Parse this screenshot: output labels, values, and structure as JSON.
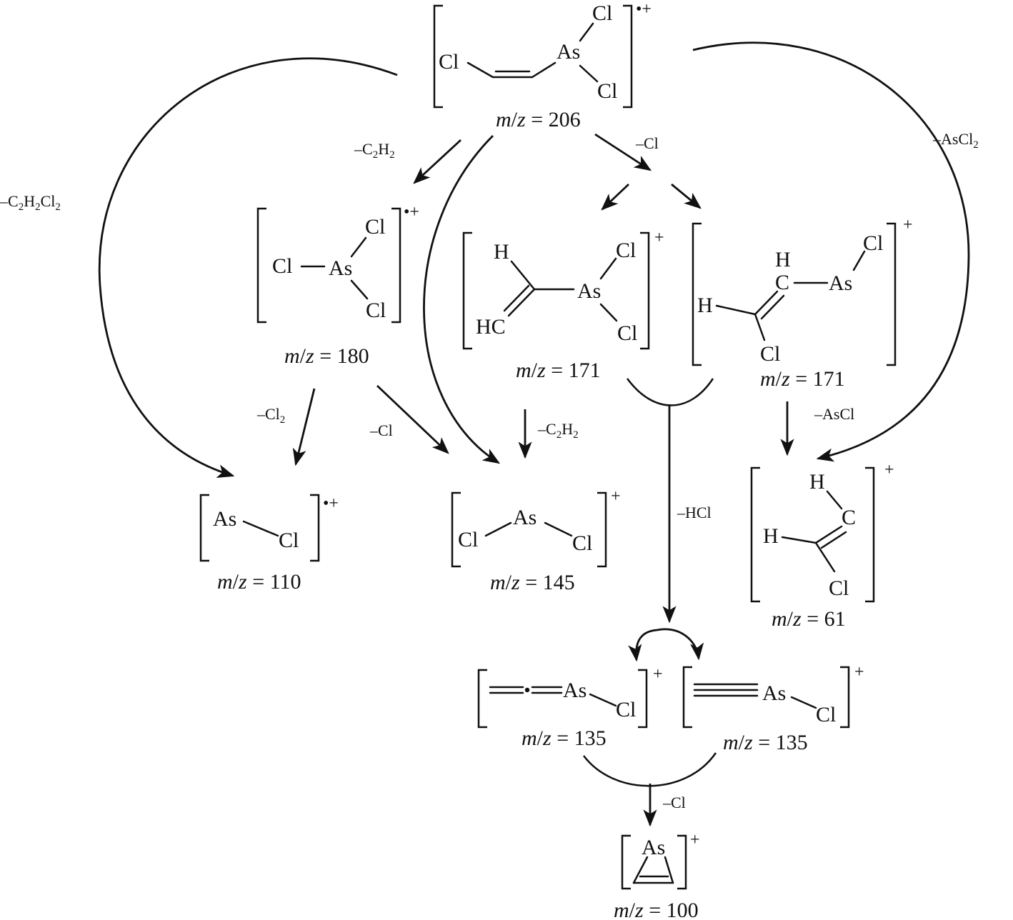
{
  "atoms": {
    "cl": "Cl",
    "as": "As",
    "h": "H",
    "c": "C",
    "hc": "HC"
  },
  "charges": {
    "radical_cation": "•+",
    "cation": "+"
  },
  "mz": {
    "prefix_m": "m",
    "slash": "/",
    "prefix_z": "z",
    "equals": " = ",
    "v206": "206",
    "v180": "180",
    "v171a": "171",
    "v171b": "171",
    "v110": "110",
    "v145": "145",
    "v61": "61",
    "v135a": "135",
    "v135b": "135",
    "v100": "100"
  },
  "losses": {
    "c2h2": [
      "–C",
      "2",
      "H",
      "2"
    ],
    "cl": "–Cl",
    "ascl2": [
      "–AsCl",
      "2"
    ],
    "c2h2cl2": [
      "–C",
      "2",
      "H",
      "2",
      "Cl",
      "2"
    ],
    "cl2": [
      "–Cl",
      "2"
    ],
    "cl_b": "–Cl",
    "c2h2_b": [
      "–C",
      "2",
      "H",
      "2"
    ],
    "ascl": "–AsCl",
    "hcl": "–HCl",
    "cl_c": "–Cl"
  }
}
